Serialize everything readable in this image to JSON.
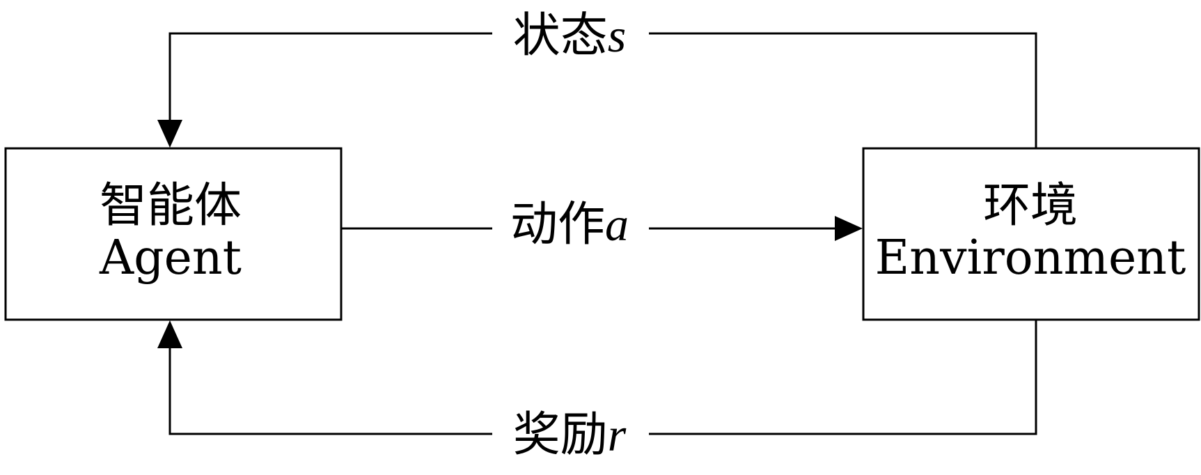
{
  "nodes": {
    "agent": {
      "label_zh": "智能体",
      "label_en": "Agent"
    },
    "environment": {
      "label_zh": "环境",
      "label_en": "Environment"
    }
  },
  "edges": {
    "state": {
      "label": "状态",
      "symbol": "s",
      "from": "environment",
      "to": "agent"
    },
    "action": {
      "label": "动作",
      "symbol": "a",
      "from": "agent",
      "to": "environment"
    },
    "reward": {
      "label": "奖励",
      "symbol": "r",
      "from": "environment",
      "to": "agent"
    }
  },
  "colors": {
    "stroke": "#000000",
    "background": "#ffffff"
  }
}
